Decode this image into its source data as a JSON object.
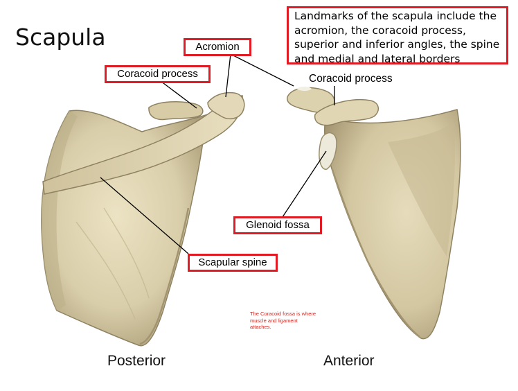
{
  "title": "Scapula",
  "info_text": "Landmarks of the scapula include the acromion, the coracoid process, superior and inferior angles, the spine and medial and lateral borders",
  "labels": {
    "acromion": "Acromion",
    "coracoid_posterior": "Coracoid process",
    "coracoid_anterior": "Coracoid process",
    "glenoid_fossa": "Glenoid fossa",
    "scapular_spine": "Scapular spine"
  },
  "views": {
    "posterior": "Posterior",
    "anterior": "Anterior"
  },
  "note": "The Coracoid fossa is where muscle and ligament attaches.",
  "colors": {
    "label_border": "#e01b24",
    "note_text": "#d0261f",
    "bone": "#d9ceaa"
  }
}
